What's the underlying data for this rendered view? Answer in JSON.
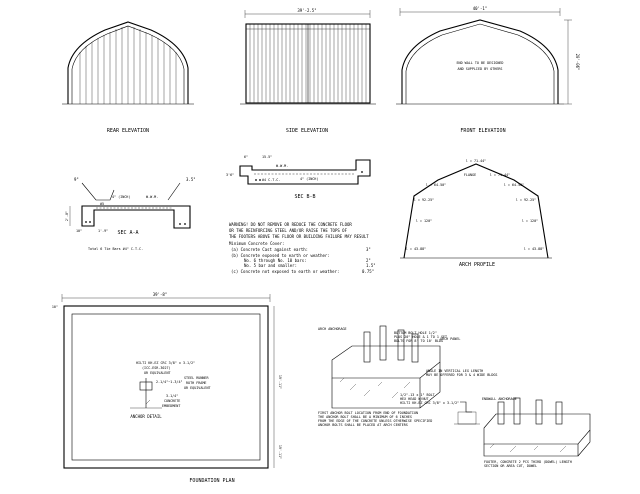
{
  "views": {
    "rear_elevation": {
      "title": "REAR ELEVATION"
    },
    "side_elevation": {
      "title": "SIDE ELEVATION",
      "width_dim": "39'-2.5\""
    },
    "front_elevation": {
      "title": "FRONT ELEVATION",
      "width_dim": "40'-1\"",
      "height_dim": "20'-06\"",
      "note_line1": "END WALL TO BE DESIGNED",
      "note_line2": "AND SUPPLIED BY OTHERS"
    }
  },
  "sec_a": {
    "title": "SEC A-A",
    "dim_left": "9\"",
    "dim_right": "3.5\"",
    "dim_depth": "2'-0\"",
    "dim_bottom_left": "10\"",
    "dim_bottom_mid": "1'-9\"",
    "label_inch": "4\" (INCH)",
    "label_wwm": "W.W.M.",
    "label_rebar": "#5",
    "label_ties": "Total 6 Tie Bars #4\" C.T.C."
  },
  "sec_b": {
    "title": "SEC B-B",
    "dim_top1": "6\"",
    "dim_top2": "15.5\"",
    "label_wwm": "W.W.M.",
    "label_inch": "4\" (INCH)",
    "dim_left": "3'6\"",
    "label_c": "#4 C.T.C."
  },
  "warning": {
    "line1": "WARNING! DO NOT REMOVE OR REDUCE THE CONCRETE FLOOR",
    "line2": "OR THE REINFORCING STEEL AND/OR RAISE THE TOPS OF",
    "line3": "THE FOOTERS ABOVE THE FLOOR OR BUILDING FAILURE MAY RESULT",
    "cover_title": "Minimum Concrete Cover:",
    "cover_a": "(a) Concrete Cast against earth:",
    "cover_a_val": "3\"",
    "cover_b": "(b) Concrete exposed to earth or weather:",
    "cover_b1": "No. 6 through No. 10 bars:",
    "cover_b1_val": "2\"",
    "cover_b2": "No. 5 bar and smaller:",
    "cover_b2_val": "1.5\"",
    "cover_c": "(c) Concrete not exposed to earth or weather:",
    "cover_c_val": "0.75\""
  },
  "arch_profile": {
    "title": "ARCH PROFILE",
    "labels": [
      "l = 71.44\"",
      "FLANGE",
      "l = 71.44\"",
      "l = 64.50\"",
      "l = 64.50\"",
      "l = 92.25\"",
      "l = 92.25\"",
      "l = 120\"",
      "l = 120\"",
      "l = 43.88\"",
      "l = 43.88\""
    ]
  },
  "foundation": {
    "title": "FOUNDATION PLAN",
    "width_dim": "39'-8\"",
    "left_dim": "10\"",
    "right_dim": "19'-11\"",
    "bottom_dim": "19'-11\"",
    "anchor_lines": [
      "HILTI KH-EZ CRC 3/8\" x 3-1/2\"",
      "(ICC-ESR-3027)",
      "OR EQUIVALENT",
      "STEEL RUNNER",
      "ROTH FRAME",
      "OR EQUIVALENT",
      "3-1/4\"",
      "CONCRETE",
      "EMBEDMENT"
    ],
    "anchor_title": "ANCHOR DETAIL",
    "anchor_dim": "2-1/4\"~1-3/4\""
  },
  "anchorage": {
    "arch_title": "ARCH ANCHORAGE",
    "endwall_title": "ENDWALL ANCHORAGE",
    "notes": [
      "BOTTOM BOLT HOLE 1/2\"",
      "PLUS 20\" HOLE & 1 TO 1 SET",
      "BOLTS FOR 8' TO 10' BLDG",
      "ARCH PANEL",
      "ANGLE IN VERTICAL LEG LENGTH",
      "MAY BE OFFERED FOR 3 & 4 WIDE BLDGS",
      "1/2\"-13 x 1\" BOLT",
      "HEX HEAD W/NUT",
      "HILTI KH-EZ CRC 3/8\" x 3-1/2\""
    ],
    "text_block": [
      "FIRST ANCHOR BOLT LOCATION FROM END OF FOUNDATION",
      "THE ANCHOR BOLT SHALL BE A MINIMUM OF 6 INCHES",
      "FROM THE EDGE OF THE CONCRETE UNLESS OTHERWISE SPECIFIED",
      "ANCHOR BOLTS SHALL BE PLACED AT ARCH CENTERS"
    ],
    "endwall_notes": [
      "FOOTER, CONCRETE 2 PCS THIRD (DOWEL) LENGTH",
      "SECTION OR AREA CUT, DOWEL"
    ]
  }
}
